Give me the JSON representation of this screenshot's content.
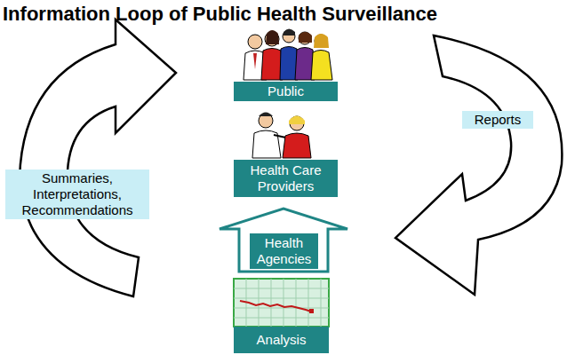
{
  "diagram": {
    "title": "Information Loop of Public Health Surveillance",
    "nodes": [
      {
        "text": [
          "Public"
        ]
      },
      {
        "text": [
          "Health Care Providers"
        ]
      },
      {
        "text": [
          "Health Agencies"
        ]
      },
      {
        "text": [
          "Analysis"
        ]
      }
    ],
    "labels": [
      "Summaries, Interpretations, Recommendations",
      "Reports"
    ]
  }
}
